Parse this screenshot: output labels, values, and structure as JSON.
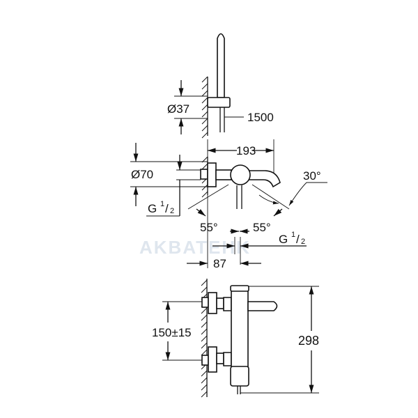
{
  "watermark": "AKBATEHK",
  "top_view": {
    "diameter_label": "Ø37",
    "hose_length_label": "1500"
  },
  "plan_view": {
    "width_label": "193",
    "diameter_label": "Ø70",
    "thread_left": {
      "letter": "G",
      "num": "1",
      "den": "2"
    },
    "thread_right": {
      "letter": "G",
      "num": "1",
      "den": "2"
    },
    "spout_angle_label": "30°",
    "lever_angle_left_label": "55°",
    "lever_angle_right_label": "55°",
    "offset_label": "87"
  },
  "front_view": {
    "centers_label": "150±15",
    "height_label": "298"
  }
}
